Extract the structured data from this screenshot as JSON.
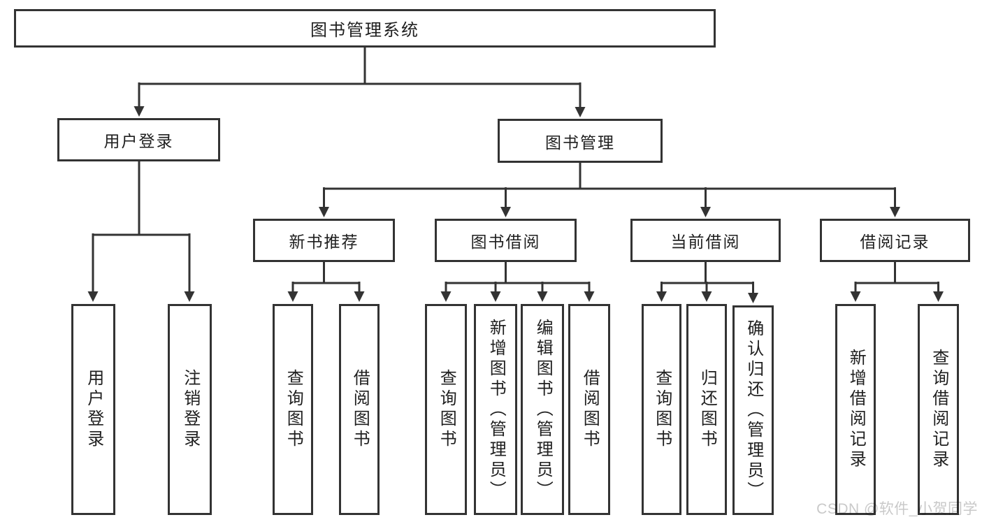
{
  "diagram_type": "hierarchy-tree",
  "tree": {
    "label": "图书管理系统",
    "children": [
      {
        "label": "用户登录",
        "children": [
          {
            "label": "用户登录"
          },
          {
            "label": "注销登录"
          }
        ]
      },
      {
        "label": "图书管理",
        "children": [
          {
            "label": "新书推荐",
            "children": [
              {
                "label": "查询图书"
              },
              {
                "label": "借阅图书"
              }
            ]
          },
          {
            "label": "图书借阅",
            "children": [
              {
                "label": "查询图书"
              },
              {
                "label": "新增图书（管理员）"
              },
              {
                "label": "编辑图书（管理员）"
              },
              {
                "label": "借阅图书"
              }
            ]
          },
          {
            "label": "当前借阅",
            "children": [
              {
                "label": "查询图书"
              },
              {
                "label": "归还图书"
              },
              {
                "label": "确认归还（管理员）"
              }
            ]
          },
          {
            "label": "借阅记录",
            "children": [
              {
                "label": "新增借阅记录"
              },
              {
                "label": "查询借阅记录"
              }
            ]
          }
        ]
      }
    ]
  },
  "watermark": "CSDN @软件_小贺同学",
  "colors": {
    "line": "#333333",
    "text": "#1f1f1f",
    "box_background": "#ffffff",
    "page_background": "#ffffff",
    "watermark": "#c9c9c9"
  }
}
